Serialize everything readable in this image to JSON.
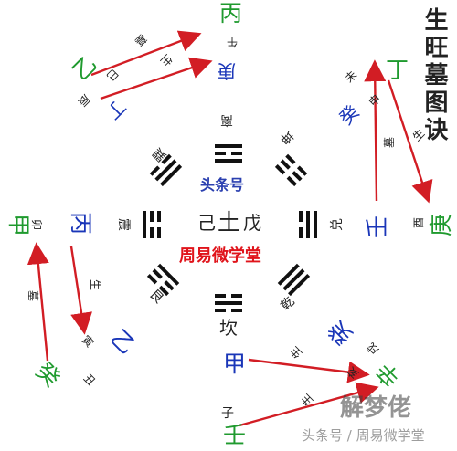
{
  "title": "生旺墓图诀",
  "center": {
    "text_left": "己",
    "text_mid": "土",
    "text_right": "戊",
    "top_label": "头条号",
    "bottom_label": "周易微学堂"
  },
  "trigrams": {
    "li": "离",
    "kun": "坤",
    "dui": "兑",
    "qian": "乾",
    "kan": "坎",
    "gen": "艮",
    "zhen": "震",
    "xun": "巽"
  },
  "stems": {
    "bing": "丙",
    "ding_top": "丁",
    "ding_right": "丁",
    "geng_right": "庚",
    "geng_top": "庚",
    "ren": "壬",
    "xin": "辛",
    "gui_right": "癸",
    "gui_left": "癸",
    "jia_left": "甲",
    "jia_bottom": "甲",
    "yi_left": "乙",
    "yi_right": "乙",
    "bing_left": "丙",
    "ren_bottom": "壬"
  },
  "branches": {
    "wu": "午",
    "yin_top": "寅",
    "you": "酉",
    "shen": "申",
    "wei": "未",
    "mao": "卯",
    "si": "巳",
    "hai": "亥",
    "chou": "丑",
    "zi": "子",
    "xu": "戌",
    "chen": "辰"
  },
  "labels": {
    "sheng": "生",
    "mu": "墓"
  },
  "watermark": {
    "brand": "解梦佬",
    "text": "头条号 / 周易微学堂"
  },
  "colors": {
    "arrow": "#d21d24",
    "stem_green": "#1f9a2e",
    "stem_blue": "#1a36b8",
    "center_red": "#e0141b"
  }
}
